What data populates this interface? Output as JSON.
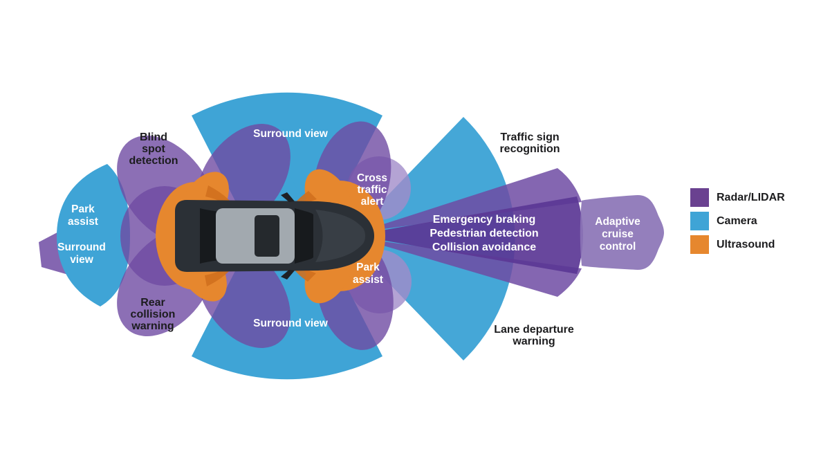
{
  "colors": {
    "background": "#ffffff",
    "camera_blue": "#3fa4d6",
    "radar_purple": "#6f4ba3",
    "radar_purple_dark": "#5b3795",
    "radar_purple_light": "#8b74b6",
    "radar_halo": "#a18cc9",
    "radar_legend": "#6a4190",
    "ultrasound_orange": "#e6872e",
    "ultrasound_orange_dark": "#d0701e",
    "label_dark": "#1c1c1e",
    "label_light": "#ffffff",
    "car_body": "#2b3036",
    "car_roof": "#a2a9af",
    "car_glass": "#171a1d",
    "car_sunroof": "#25292d",
    "car_hood": "#383e45"
  },
  "labels": {
    "blind_spot": "Blind\nspot\ndetection",
    "rear_collision": "Rear\ncollision\nwarning",
    "traffic_sign": "Traffic sign\nrecognition",
    "lane_departure": "Lane departure\nwarning",
    "park_assist_left": "Park\nassist",
    "surround_view_left": "Surround\nview",
    "surround_view_top": "Surround view",
    "surround_view_bottom": "Surround view",
    "cross_traffic": "Cross\ntraffic\nalert",
    "park_assist_front": "Park\nassist",
    "emergency_group": "Emergency braking\nPedestrian detection\nCollision avoidance",
    "adaptive_cruise": "Adaptive\ncruise\ncontrol"
  },
  "legend": {
    "items": [
      {
        "id": "radar",
        "label": "Radar/LIDAR"
      },
      {
        "id": "camera",
        "label": "Camera"
      },
      {
        "id": "ultrasound",
        "label": "Ultrasound"
      }
    ]
  }
}
